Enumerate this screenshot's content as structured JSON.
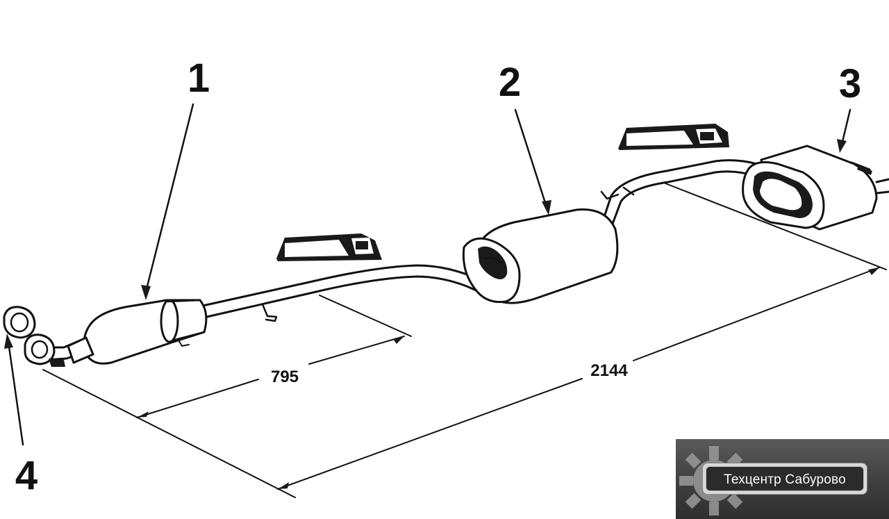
{
  "labels": {
    "part_1": "1",
    "part_2": "2",
    "part_3": "3",
    "part_4": "4"
  },
  "dimensions": {
    "short": "795",
    "long": "2144"
  },
  "watermark": {
    "text": "Техцентр Сабурово"
  }
}
